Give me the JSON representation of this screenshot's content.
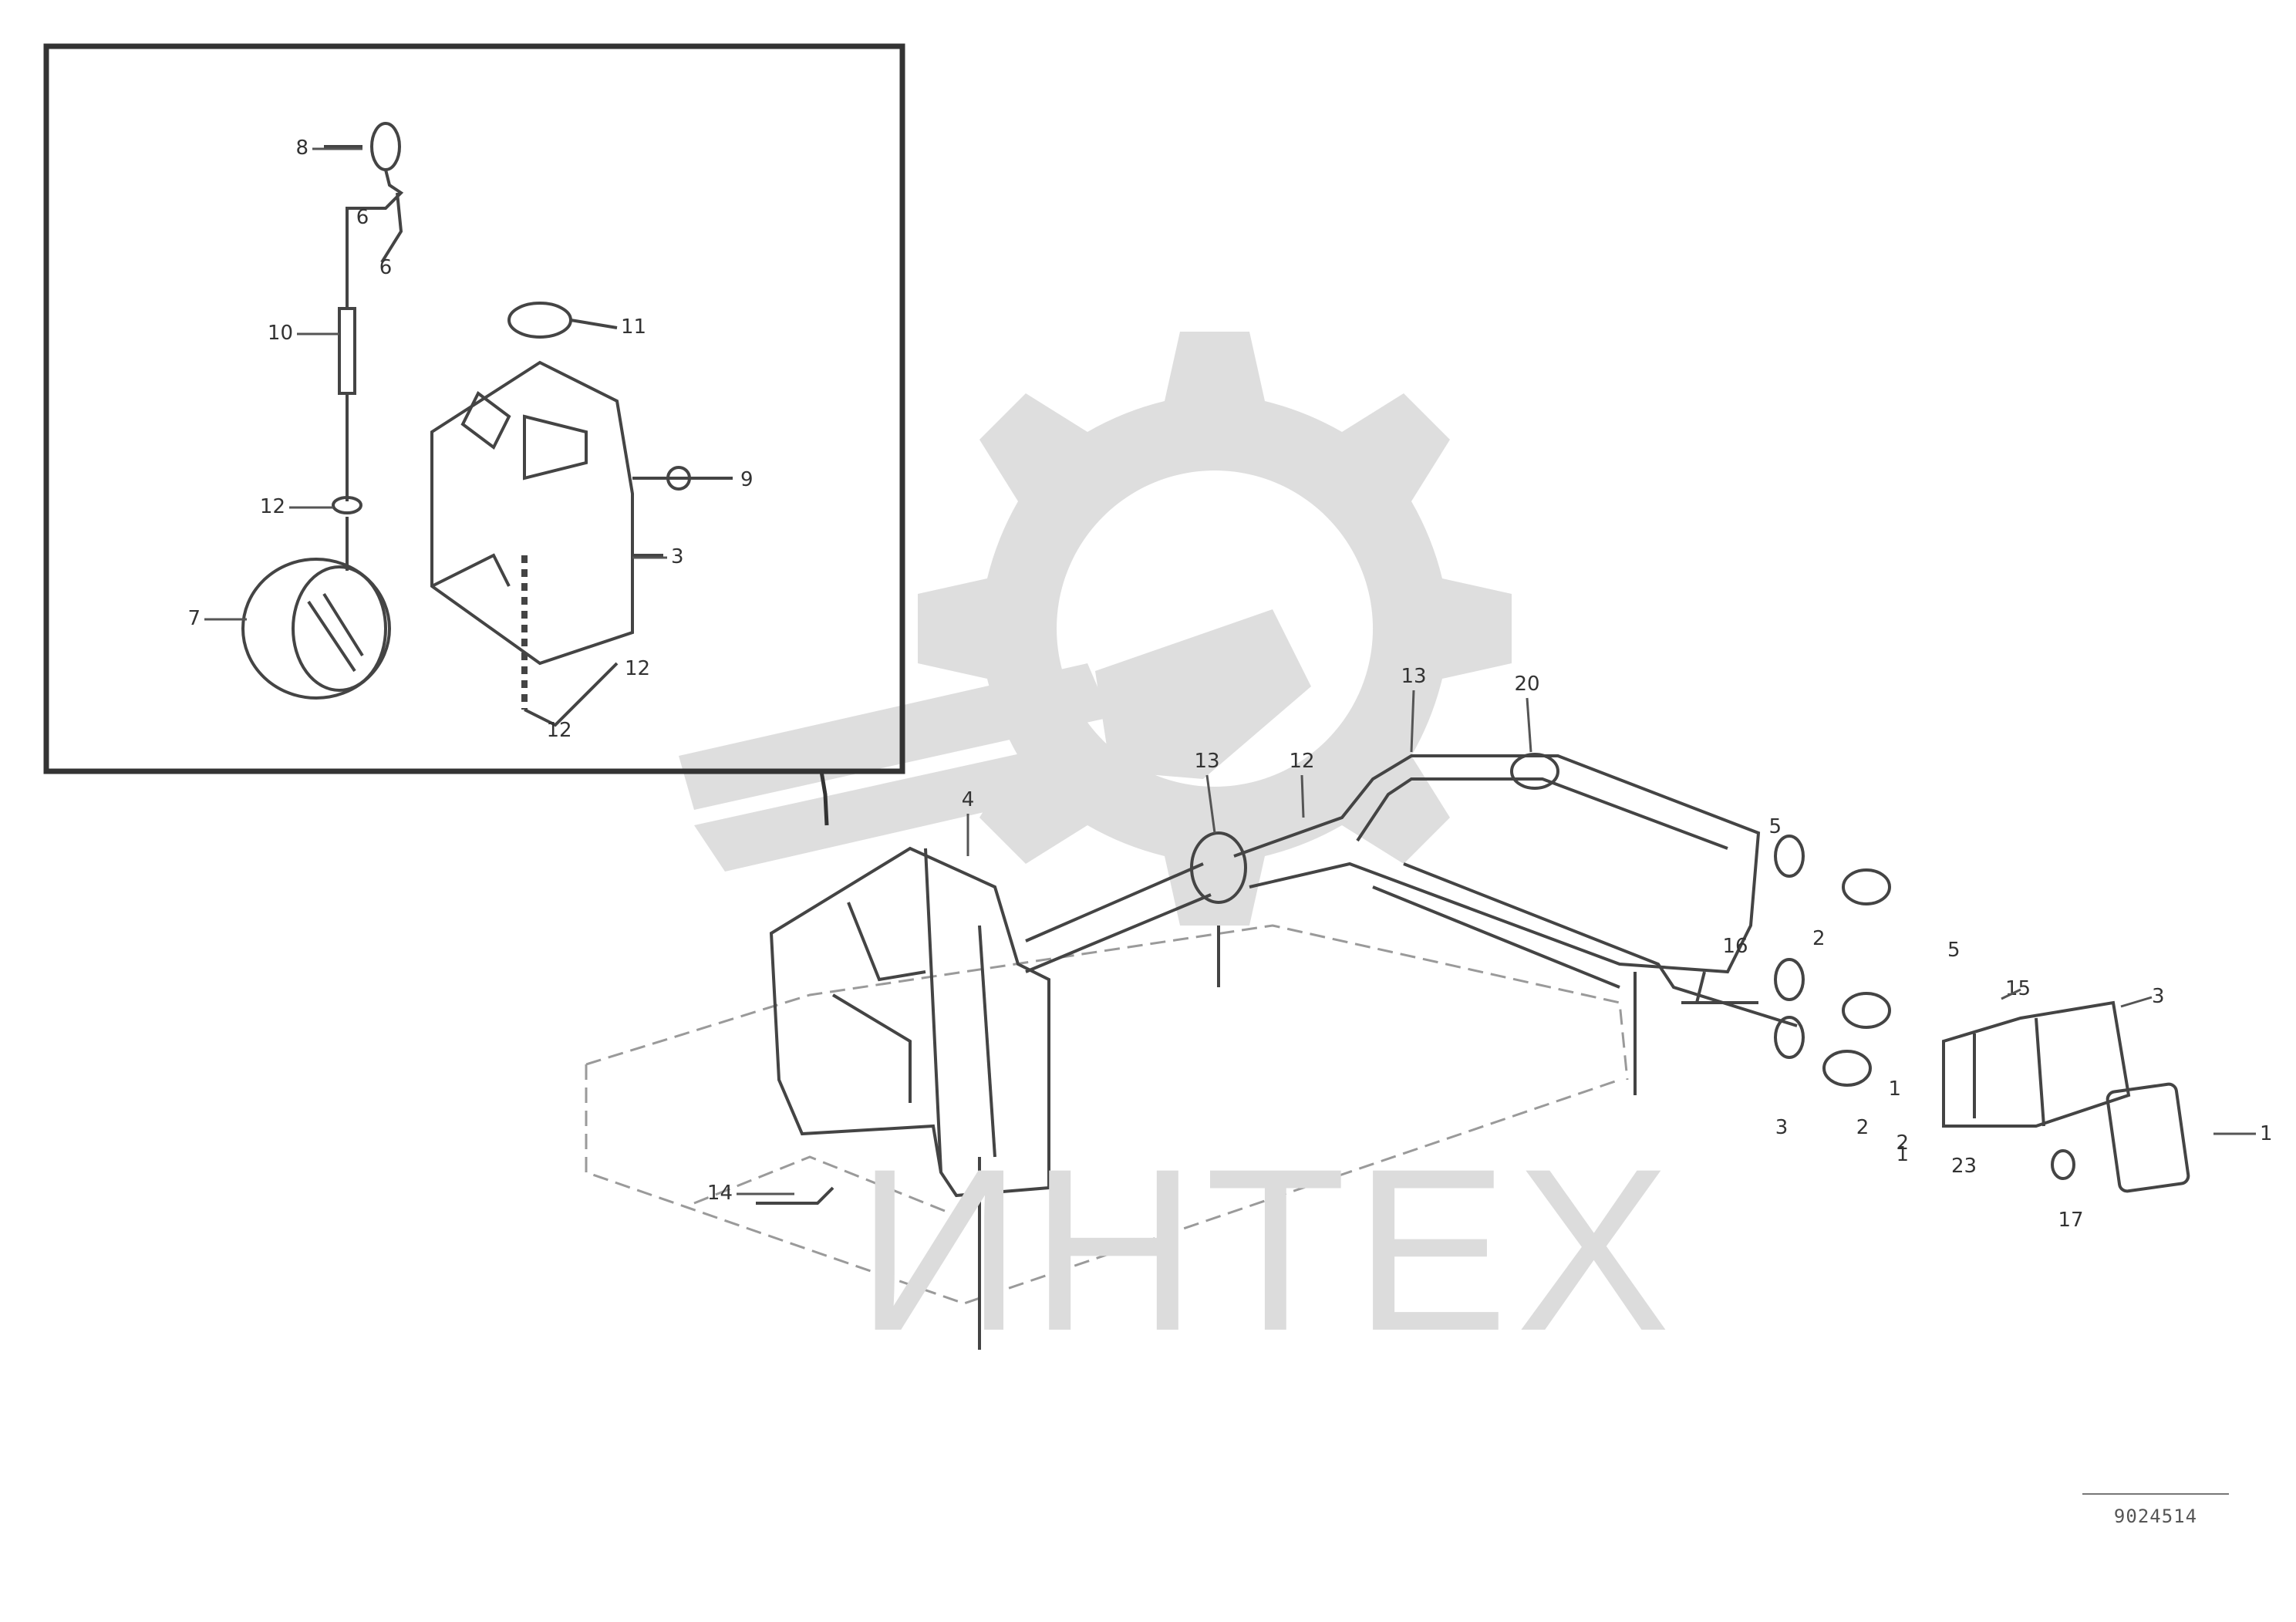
{
  "watermark": {
    "text": "ИНТЕХ",
    "color": "#d9d9d9"
  },
  "document_reference": "9024514",
  "document_reference_line": "",
  "callouts": {
    "inset": [
      "8",
      "6",
      "6",
      "10",
      "11",
      "9",
      "12",
      "7",
      "3",
      "12",
      "12"
    ],
    "main": [
      "4",
      "13",
      "12",
      "13",
      "14",
      "20",
      "5",
      "5",
      "3",
      "15",
      "2",
      "3",
      "2",
      "1",
      "2",
      "1",
      "1",
      "17",
      "16",
      "23"
    ]
  }
}
